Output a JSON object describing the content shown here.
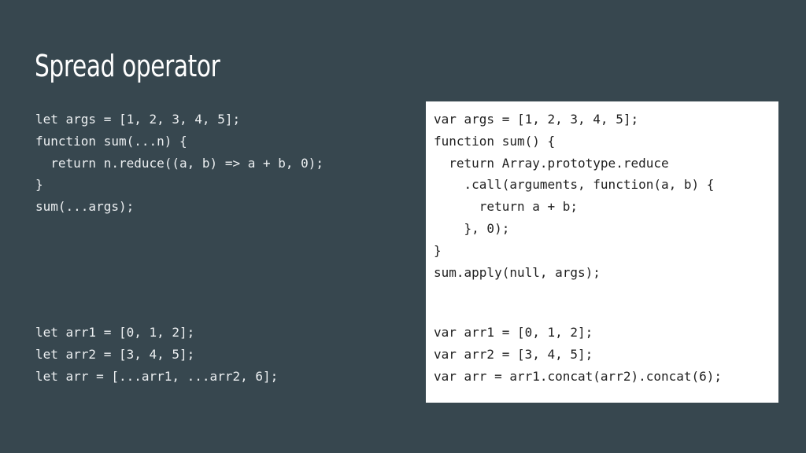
{
  "slide": {
    "title": "Spread operator"
  },
  "left_code": {
    "top": [
      "let args = [1, 2, 3, 4, 5];",
      "function sum(...n) {",
      "  return n.reduce((a, b) => a + b, 0);",
      "}",
      "sum(...args);"
    ],
    "bottom": [
      "let arr1 = [0, 1, 2];",
      "let arr2 = [3, 4, 5];",
      "let arr = [...arr1, ...arr2, 6];"
    ]
  },
  "right_code": {
    "top": [
      "var args = [1, 2, 3, 4, 5];",
      "function sum() {",
      "  return Array.prototype.reduce",
      "    .call(arguments, function(a, b) {",
      "      return a + b;",
      "    }, 0);",
      "}",
      "sum.apply(null, args);"
    ],
    "bottom": [
      "var arr1 = [0, 1, 2];",
      "var arr2 = [3, 4, 5];",
      "var arr = arr1.concat(arr2).concat(6);"
    ]
  },
  "colors": {
    "background": "#37474f",
    "title": "#ffffff",
    "code_light": "#eceff1",
    "panel": "#ffffff",
    "code_dark": "#212121"
  }
}
